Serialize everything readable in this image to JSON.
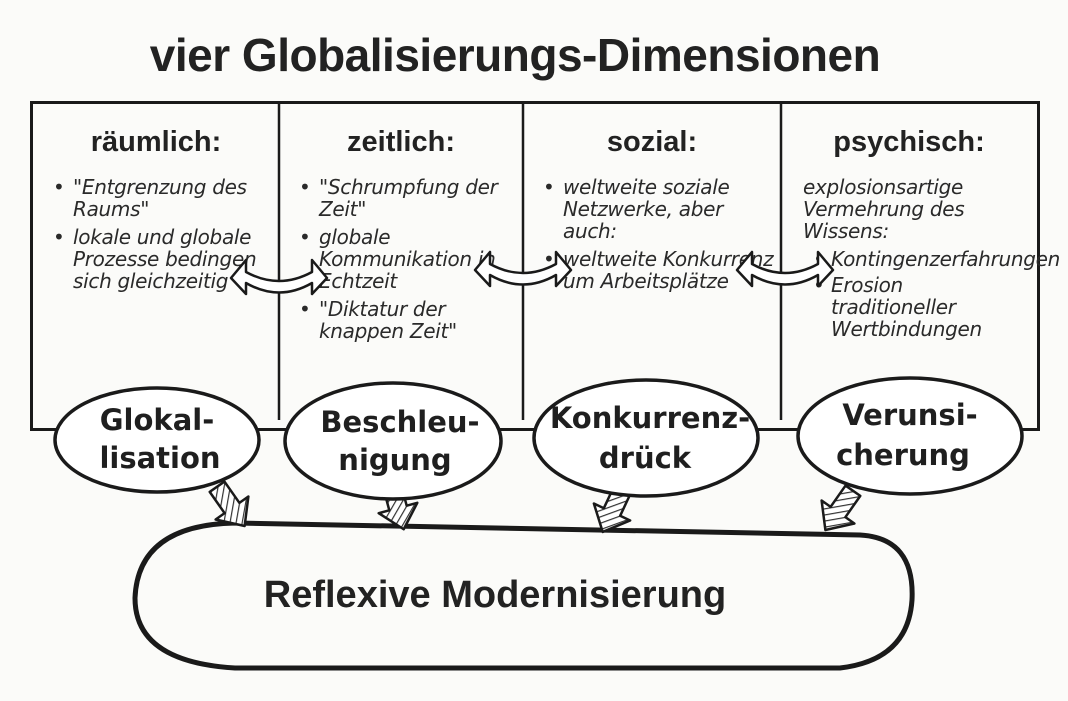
{
  "title": "vier Globalisierungs-Dimensionen",
  "dimensions": [
    {
      "heading": "räumlich:",
      "points": [
        "\"Entgrenzung des Raums\"",
        "lokale und globale Prozesse bedingen sich gleichzeitig"
      ],
      "result": [
        "Glokal-",
        "lisation"
      ]
    },
    {
      "heading": "zeitlich:",
      "points": [
        "\"Schrumpfung der Zeit\"",
        "globale Kommunikation in Echtzeit",
        "\"Diktatur der knappen Zeit\""
      ],
      "result": [
        "Beschleu-",
        "nigung"
      ]
    },
    {
      "heading": "sozial:",
      "points": [
        "weltweite soziale Netzwerke, aber auch:",
        "weltweite Konkurrenz um Arbeitsplätze"
      ],
      "result": [
        "Konkurrenz-",
        "drück"
      ]
    },
    {
      "heading": "psychisch:",
      "intro": "explosionsartige Vermehrung des Wissens:",
      "points": [
        "Kontingenzerfahrungen",
        "Erosion traditioneller Wertbindungen"
      ],
      "result": [
        "Verunsi-",
        "cherung"
      ]
    }
  ],
  "conclusion": "Reflexive Modernisierung"
}
